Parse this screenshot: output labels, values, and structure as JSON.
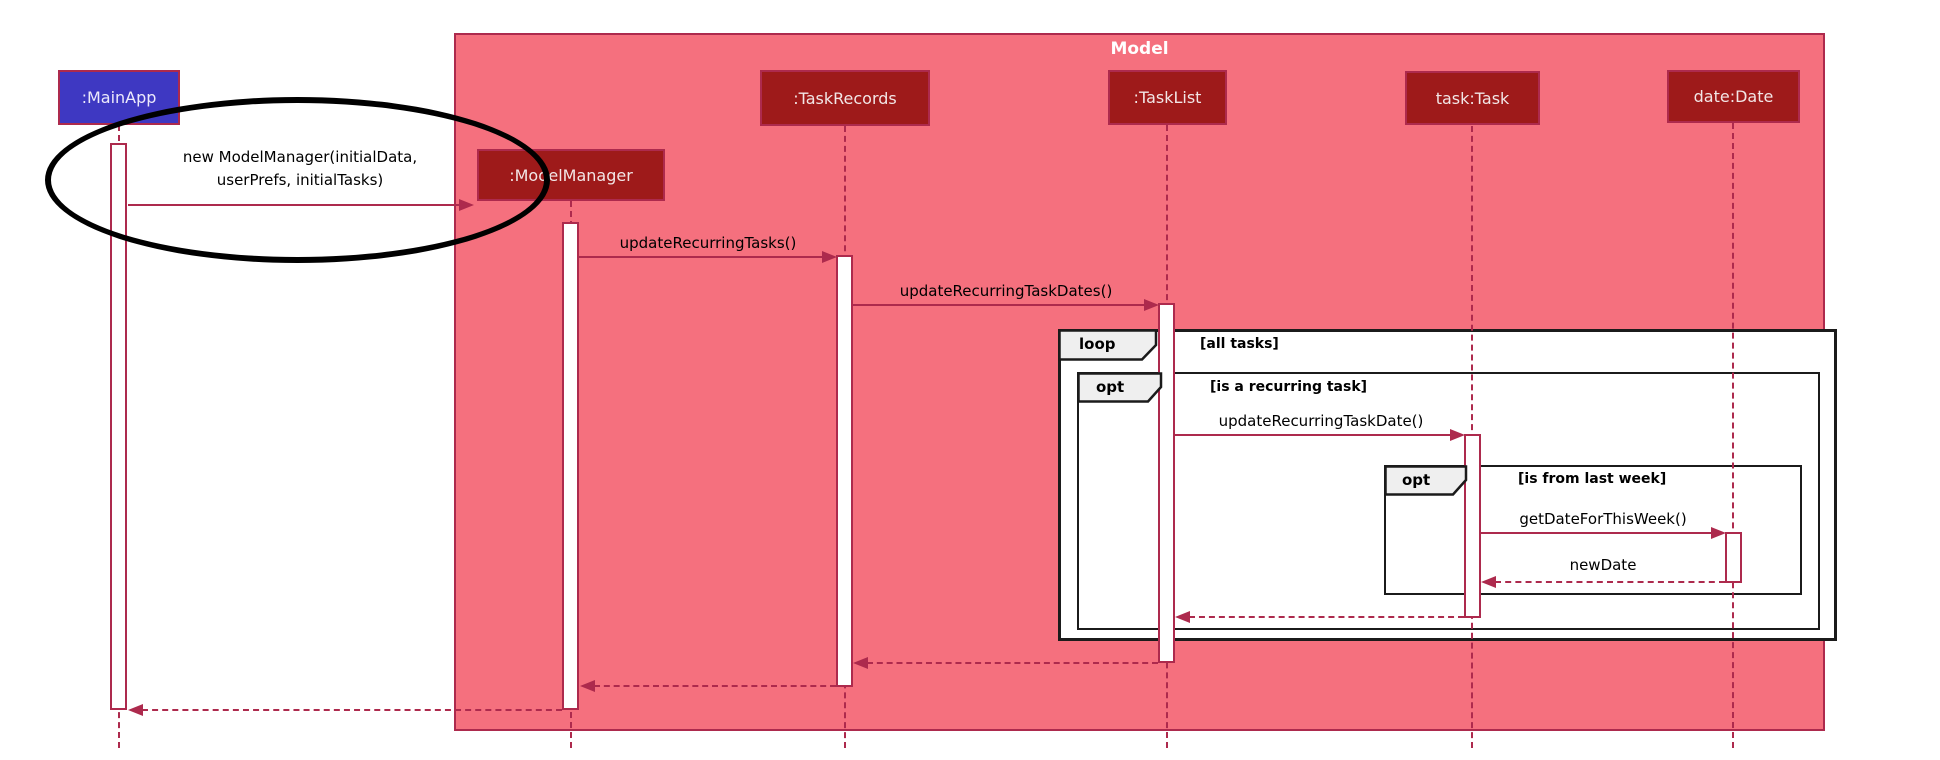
{
  "colors": {
    "pink": "#F5707E",
    "participant_red": "#9E1A1A",
    "mainapp_blue": "#3E38C2",
    "crimson": "#AD2A4D",
    "fragment_bg": "#EFEFEF"
  },
  "diagram": {
    "frame_title": "Model",
    "participants": [
      {
        "name": ":MainApp"
      },
      {
        "name": ":ModelManager"
      },
      {
        "name": ":TaskRecords"
      },
      {
        "name": ":TaskList"
      },
      {
        "name": "task:Task"
      },
      {
        "name": "date:Date"
      }
    ],
    "messages": [
      {
        "type": "create",
        "line1": "new ModelManager(initialData,",
        "line2": "userPrefs, initialTasks)"
      },
      {
        "type": "call",
        "label": "updateRecurringTasks()"
      },
      {
        "type": "call",
        "label": "updateRecurringTaskDates()"
      },
      {
        "type": "call",
        "label": "updateRecurringTaskDate()"
      },
      {
        "type": "call",
        "label": "getDateForThisWeek()"
      },
      {
        "type": "return",
        "label": "newDate"
      },
      {
        "type": "return",
        "label": ""
      },
      {
        "type": "return",
        "label": ""
      },
      {
        "type": "return",
        "label": ""
      },
      {
        "type": "return",
        "label": ""
      }
    ],
    "fragments": [
      {
        "operator": "loop",
        "guard": "[all tasks]"
      },
      {
        "operator": "opt",
        "guard": "[is a recurring task]"
      },
      {
        "operator": "opt",
        "guard": "[is from last week]"
      }
    ]
  }
}
